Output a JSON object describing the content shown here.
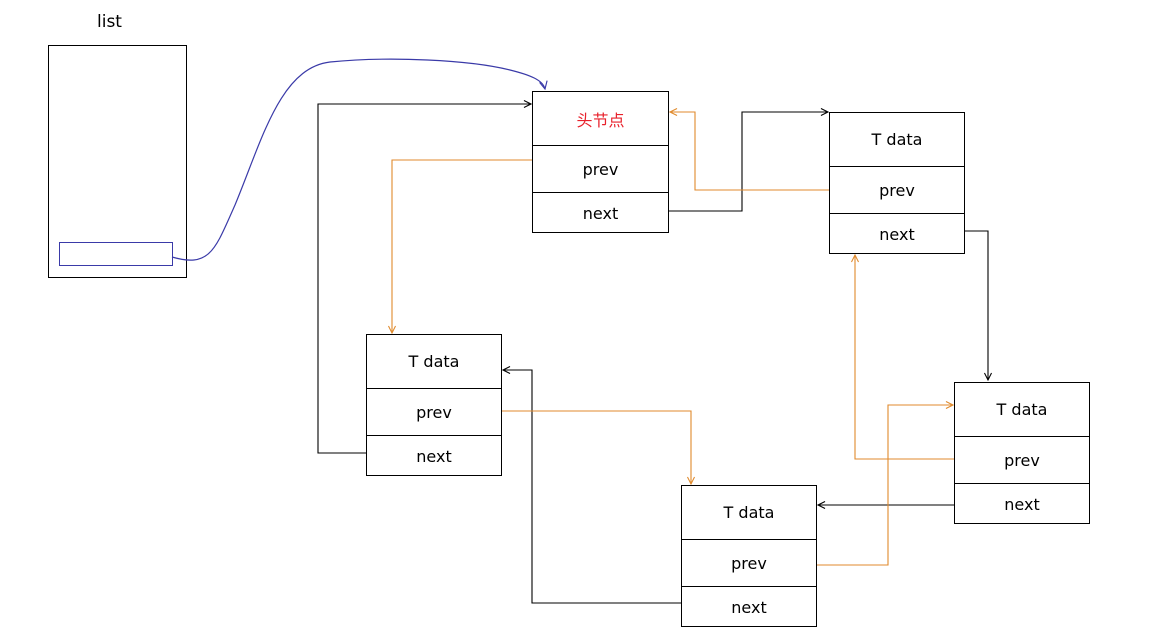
{
  "list": {
    "label": "list"
  },
  "head_node": {
    "title": "头节点",
    "prev_label": "prev",
    "next_label": "next"
  },
  "nodes": [
    {
      "data_label": "T data",
      "prev_label": "prev",
      "next_label": "next"
    },
    {
      "data_label": "T data",
      "prev_label": "prev",
      "next_label": "next"
    },
    {
      "data_label": "T data",
      "prev_label": "prev",
      "next_label": "next"
    },
    {
      "data_label": "T data",
      "prev_label": "prev",
      "next_label": "next"
    }
  ],
  "colors": {
    "next_link": "#000000",
    "prev_link": "#e08a2c",
    "list_link": "#3a3aa8",
    "head_title": "#e8212b"
  }
}
